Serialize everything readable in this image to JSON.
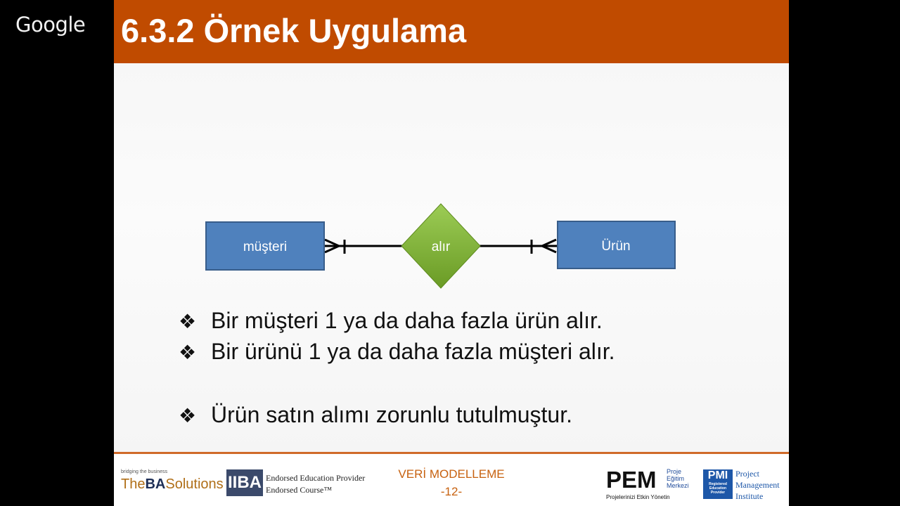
{
  "watermark": {
    "text": "Google"
  },
  "slide": {
    "title": "6.3.2 Örnek Uygulama",
    "diagram": {
      "entity_left": "müşteri",
      "relationship": "alır",
      "entity_right": "Ürün"
    },
    "bullets": [
      "Bir müşteri 1 ya da daha fazla ürün alır.",
      "Bir ürünü 1 ya da daha fazla müşteri alır.",
      "Ürün satın alımı zorunlu tutulmuştur."
    ],
    "bullet_mark": "❖"
  },
  "footer": {
    "ba_small": "bridging the business",
    "ba_logo": {
      "the": "The",
      "ba": "BA",
      "solutions": "Solutions"
    },
    "iiba_logo": "IIBA",
    "endorsed_line1": "Endorsed Education Provider",
    "endorsed_line2": "Endorsed Course™",
    "course_title": "VERİ MODELLEME",
    "page_number": "-12-",
    "pem_logo": "PEM",
    "pem_side": [
      "Proje",
      "Eğitim",
      "Merkezi"
    ],
    "pem_tagline": "Projelerinizi Etkin Yönetin",
    "pmi_icon": "PMI",
    "pmi_icon_small": [
      "Registered",
      "Education",
      "Provider"
    ],
    "pmi_text": [
      "Project",
      "Management",
      "Institute"
    ]
  },
  "colors": {
    "title_bar": "#c04b00",
    "entity_fill": "#4f81bd",
    "relationship_fill": "#7fad2d",
    "footer_accent": "#c7610f"
  }
}
